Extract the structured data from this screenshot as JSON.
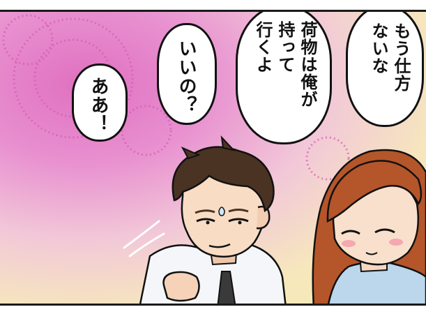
{
  "speech": {
    "woman_line": "もう仕方\nないな",
    "man_line_baggage": "荷物は俺が\n持って\n行くよ",
    "woman_line_question": "いいの？",
    "man_line_reply": "ああ！"
  },
  "colors": {
    "background_magenta": "#e070c0",
    "background_yellow": "#f3eab4",
    "man_hair": "#4a3322",
    "woman_hair": "#b5552a",
    "shirt": "#f4f6fa",
    "woman_top": "#bcd6ec",
    "outline": "#111111"
  }
}
